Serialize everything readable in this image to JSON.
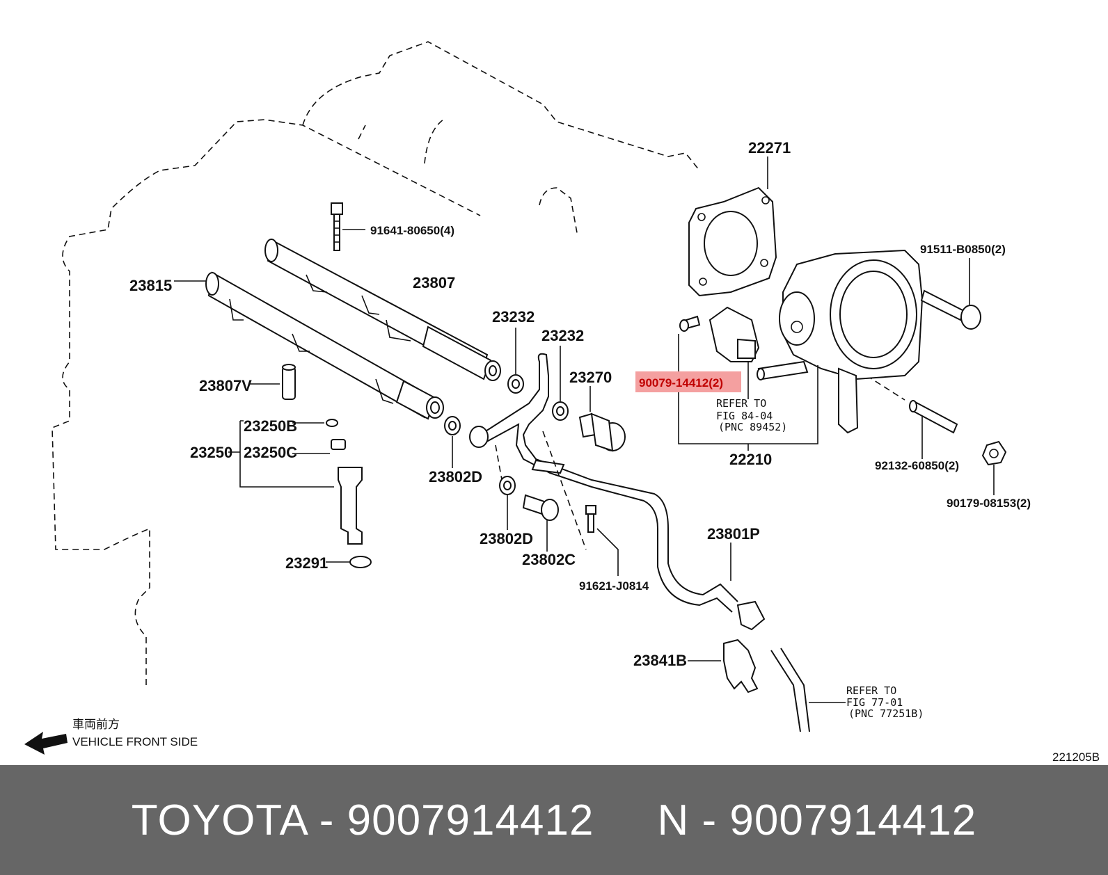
{
  "callouts": {
    "c22271": "22271",
    "c91641": "91641-80650(4)",
    "c23815": "23815",
    "c23807": "23807",
    "c23232a": "23232",
    "c23232b": "23232",
    "c23270": "23270",
    "c90079": "90079-14412(2)",
    "c91511": "91511-B0850(2)",
    "c23807v": "23807V",
    "c23250b": "23250B",
    "c23250": "23250",
    "c23250c": "23250C",
    "c23802d_a": "23802D",
    "c22210": "22210",
    "c92132": "92132-60850(2)",
    "c90179": "90179-08153(2)",
    "c23802d_b": "23802D",
    "c23802c": "23802C",
    "c23801p": "23801P",
    "c91621": "91621-J0814",
    "c23291": "23291",
    "c23841b": "23841B"
  },
  "refs": {
    "ref1_line1": "REFER TO",
    "ref1_line2": "FIG 84-04",
    "ref1_line3": "(PNC 89452)",
    "ref2_line1": "REFER TO",
    "ref2_line2": "FIG 77-01",
    "ref2_line3": "(PNC 77251B)"
  },
  "direction": {
    "japanese": "車両前方",
    "english": "VEHICLE FRONT SIDE"
  },
  "figure_code": "221205B",
  "footer": {
    "text": "TOYOTA - 9007914412     N - 9007914412"
  },
  "colors": {
    "highlight": "#f4a0a0",
    "footer_bg": "#666666"
  }
}
